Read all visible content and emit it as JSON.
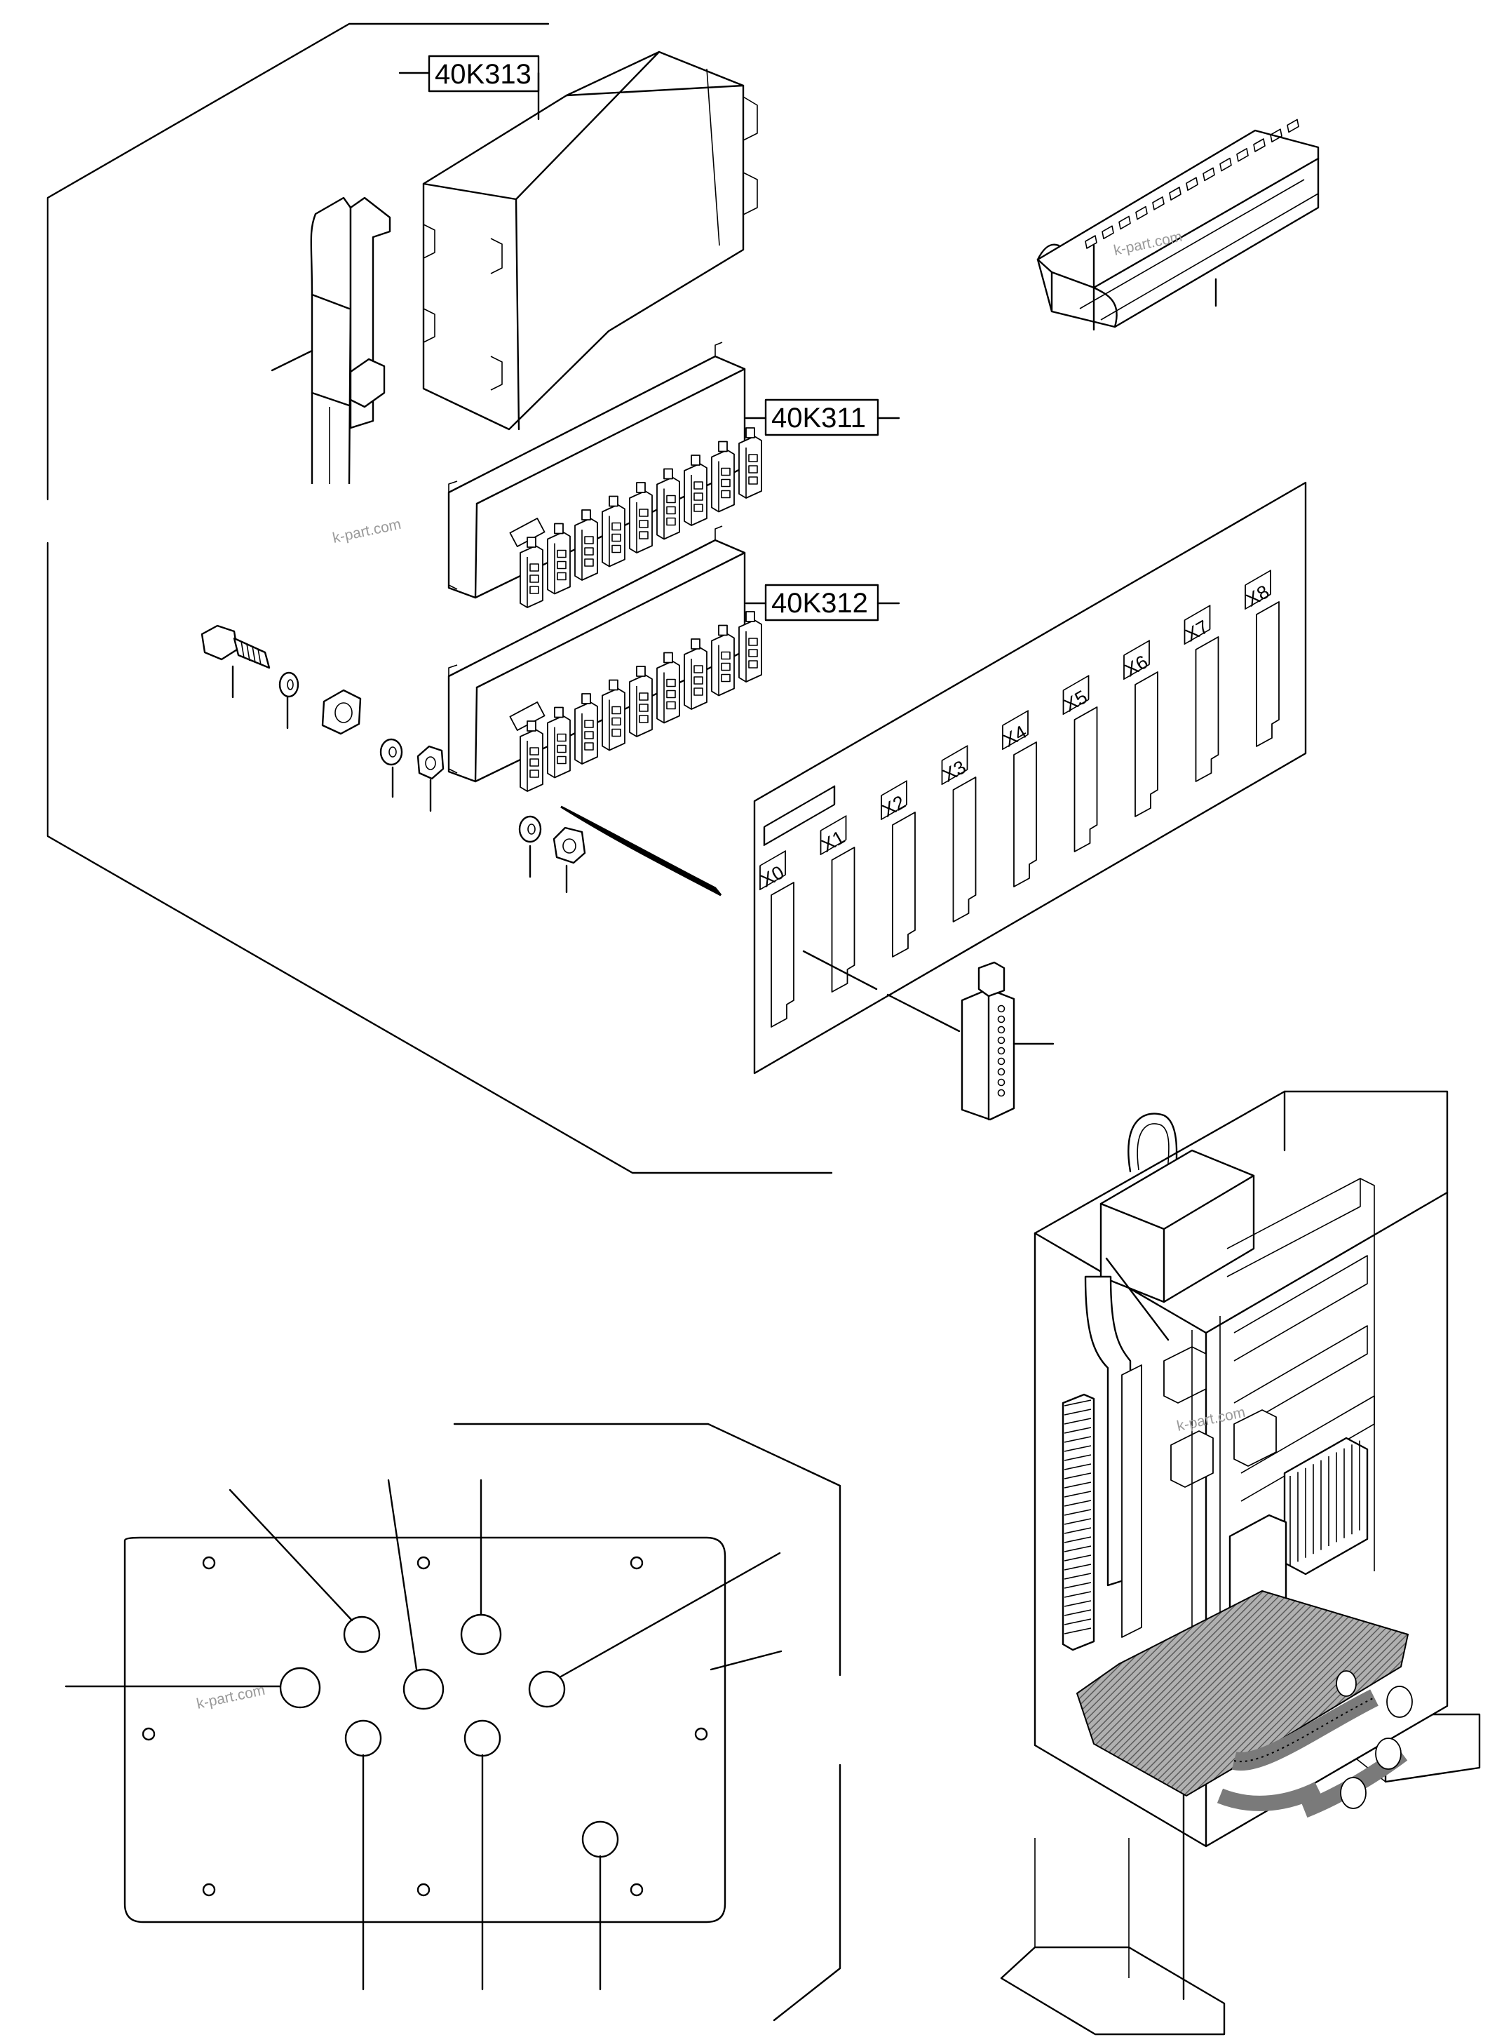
{
  "labels": {
    "k313": "40K313",
    "k311": "40K311",
    "k312": "40K312"
  },
  "connectors": [
    "X0",
    "X1",
    "X2",
    "X3",
    "X4",
    "X5",
    "X6",
    "X7",
    "X8"
  ],
  "watermark": "k-part.com",
  "colors": {
    "line": "#000000",
    "background": "#ffffff",
    "watermark": "#9a9a9a",
    "hatch": "#7a7a7a"
  }
}
